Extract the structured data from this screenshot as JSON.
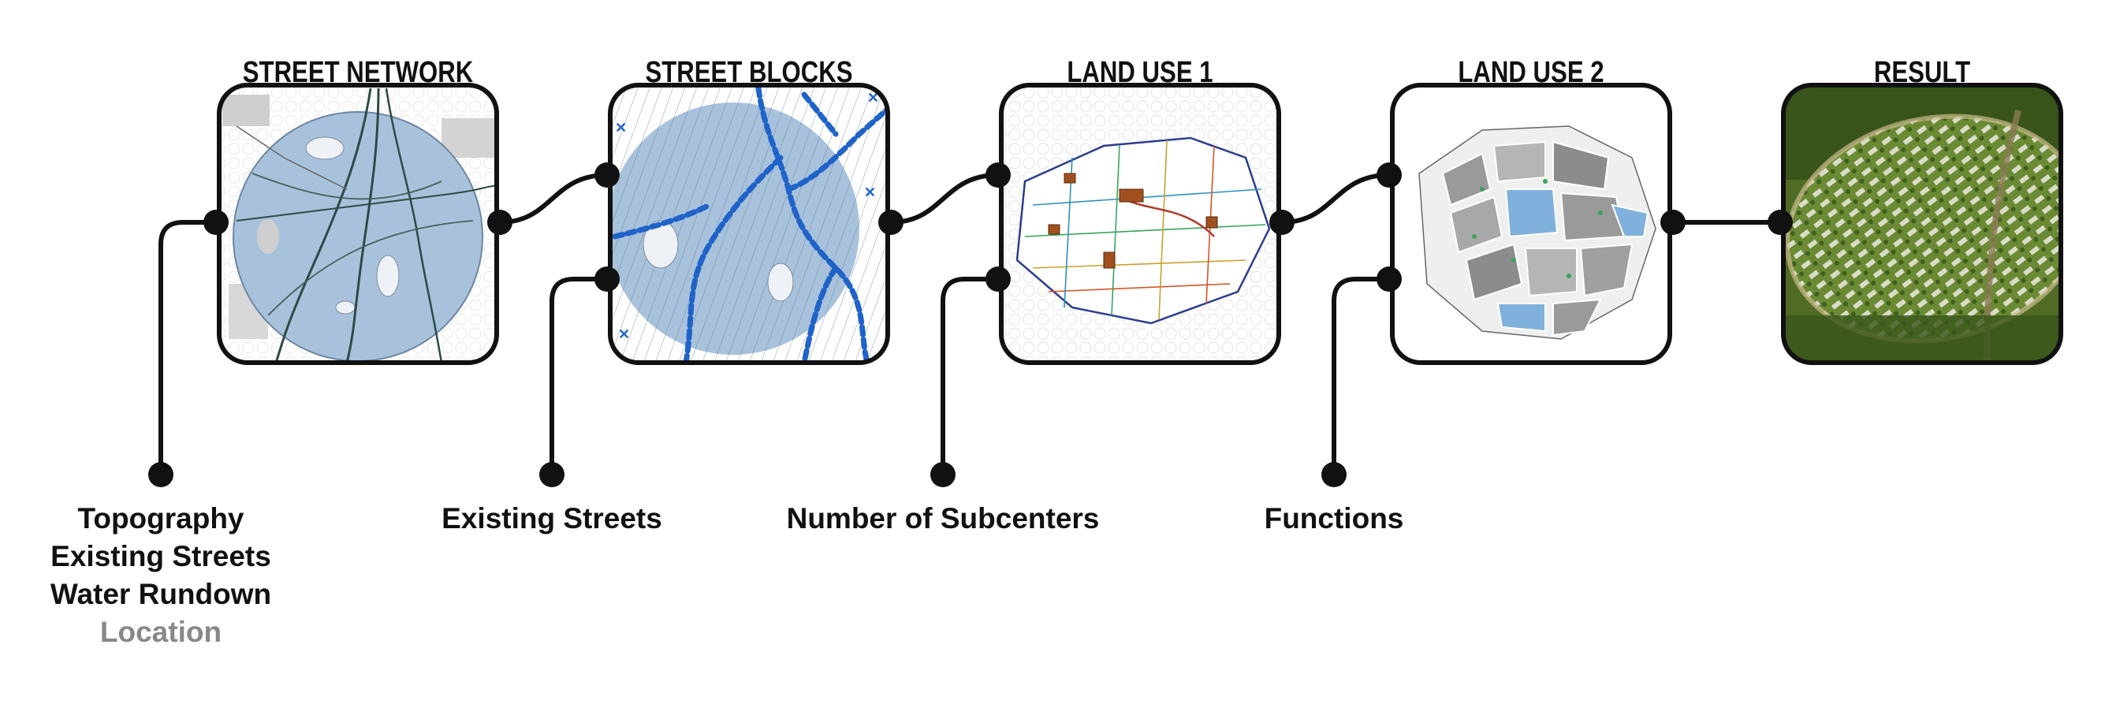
{
  "stages": [
    {
      "id": "street-network",
      "title": "STREET NETWORK"
    },
    {
      "id": "street-blocks",
      "title": "STREET BLOCKS"
    },
    {
      "id": "land-use-1",
      "title": "LAND USE 1"
    },
    {
      "id": "land-use-2",
      "title": "LAND USE 2"
    },
    {
      "id": "result",
      "title": "RESULT"
    }
  ],
  "inputs": [
    {
      "id": "street-network-inputs",
      "lines": [
        "Topography",
        "Existing Streets",
        "Water Rundown"
      ],
      "muted_line": "Location"
    },
    {
      "id": "street-blocks-inputs",
      "lines": [
        "Existing Streets"
      ]
    },
    {
      "id": "land-use-1-inputs",
      "lines": [
        "Number of Subcenters"
      ]
    },
    {
      "id": "land-use-2-inputs",
      "lines": [
        "Functions"
      ]
    }
  ],
  "colors": {
    "node_stroke": "#111111",
    "connector": "#111111",
    "circle_fill": "#a9c2dc",
    "street_blue": "#1f63c9",
    "muted_text": "#888888",
    "landuse_gray": "#9a9a9a",
    "landuse_blue": "#7fb1dc",
    "result_green": "#5b7a2c"
  }
}
